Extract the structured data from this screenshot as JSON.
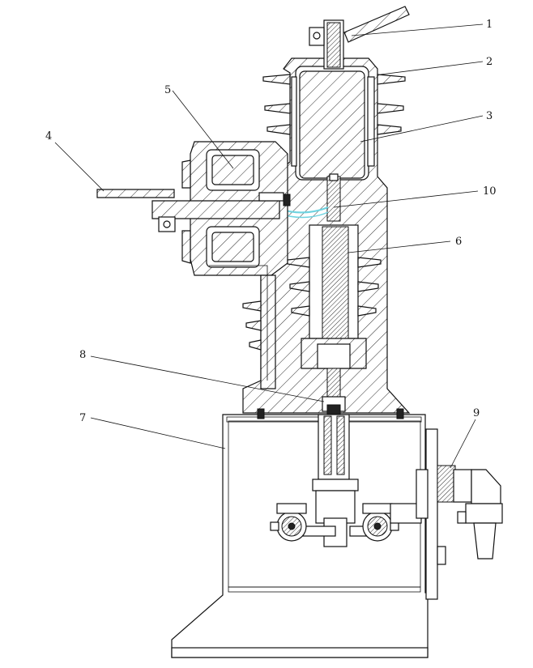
{
  "labels": {
    "l1": "1",
    "l2": "2",
    "l3": "3",
    "l4": "4",
    "l5": "5",
    "l6": "6",
    "l7": "7",
    "l8": "8",
    "l9": "9",
    "l10": "10"
  },
  "colors": {
    "line": "#111111",
    "highlight": "#6fd3e0",
    "background": "#ffffff"
  }
}
